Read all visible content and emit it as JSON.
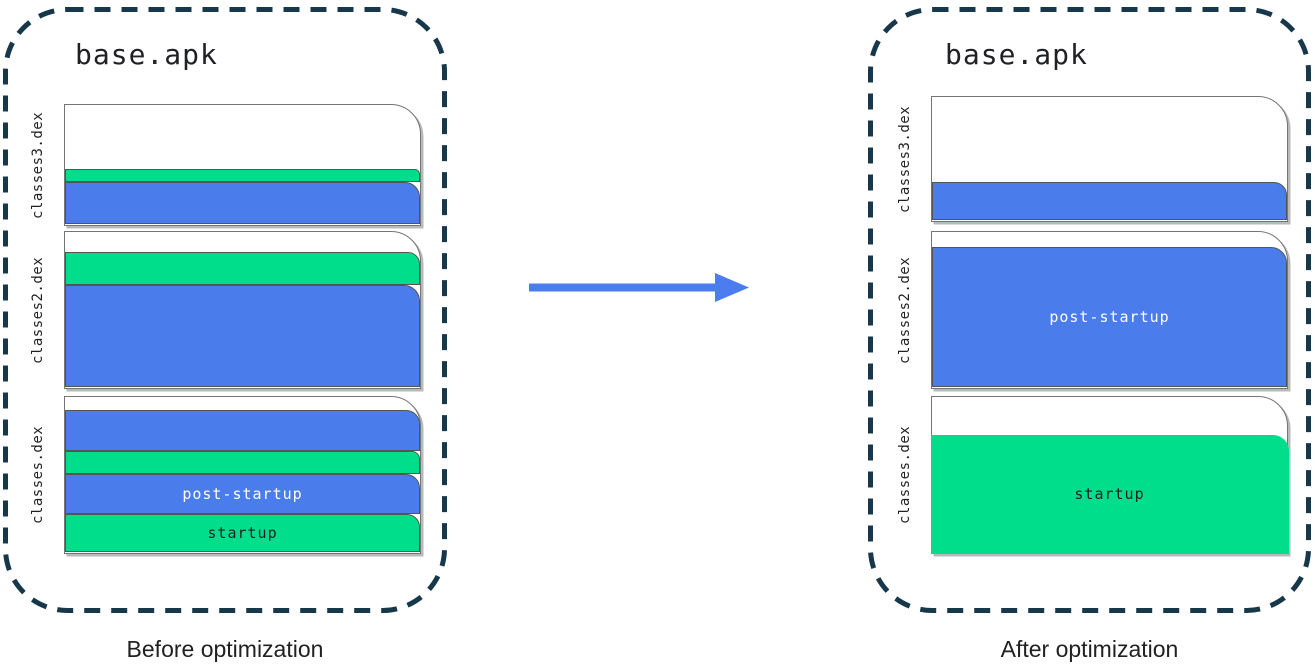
{
  "colors": {
    "blue": "#4A7CEC",
    "green": "#00DE8C",
    "container_border": "#17384A",
    "file_border": "#757575",
    "band_border": "#545454",
    "arrow": "#4C7DF0",
    "text_dark": "#202124",
    "text_on_blue": "#FFFFFF"
  },
  "panels": [
    {
      "title": "base.apk",
      "caption": "Before optimization",
      "files": [
        {
          "label": "classes3.dex",
          "height": 122,
          "segments": [
            {
              "color": "white",
              "h": 64
            },
            {
              "color": "green",
              "h": 13
            },
            {
              "color": "blue",
              "h": 42
            }
          ]
        },
        {
          "label": "classes2.dex",
          "height": 158,
          "segments": [
            {
              "color": "white",
              "h": 20
            },
            {
              "color": "green",
              "h": 33
            },
            {
              "color": "blue",
              "h": 102
            }
          ]
        },
        {
          "label": "classes.dex",
          "height": 158,
          "segments": [
            {
              "color": "white",
              "h": 13
            },
            {
              "color": "blue",
              "h": 41
            },
            {
              "color": "green",
              "h": 23
            },
            {
              "color": "blue",
              "h": 40,
              "text": "post-startup"
            },
            {
              "color": "green",
              "h": 38,
              "text": "startup"
            }
          ]
        }
      ]
    },
    {
      "title": "base.apk",
      "caption": "After optimization",
      "files": [
        {
          "label": "classes3.dex",
          "height": 126,
          "segments": [
            {
              "color": "white",
              "h": 85
            },
            {
              "color": "blue",
              "h": 38
            }
          ]
        },
        {
          "label": "classes2.dex",
          "height": 158,
          "segments": [
            {
              "color": "white",
              "h": 15
            },
            {
              "color": "blue",
              "h": 140,
              "text": "post-startup"
            }
          ]
        },
        {
          "label": "classes.dex",
          "height": 158,
          "segments": [
            {
              "color": "white",
              "h": 38
            },
            {
              "color": "green",
              "h": 117,
              "text": "startup",
              "style": "flat"
            }
          ]
        }
      ]
    }
  ],
  "arrow": {
    "direction": "right"
  }
}
